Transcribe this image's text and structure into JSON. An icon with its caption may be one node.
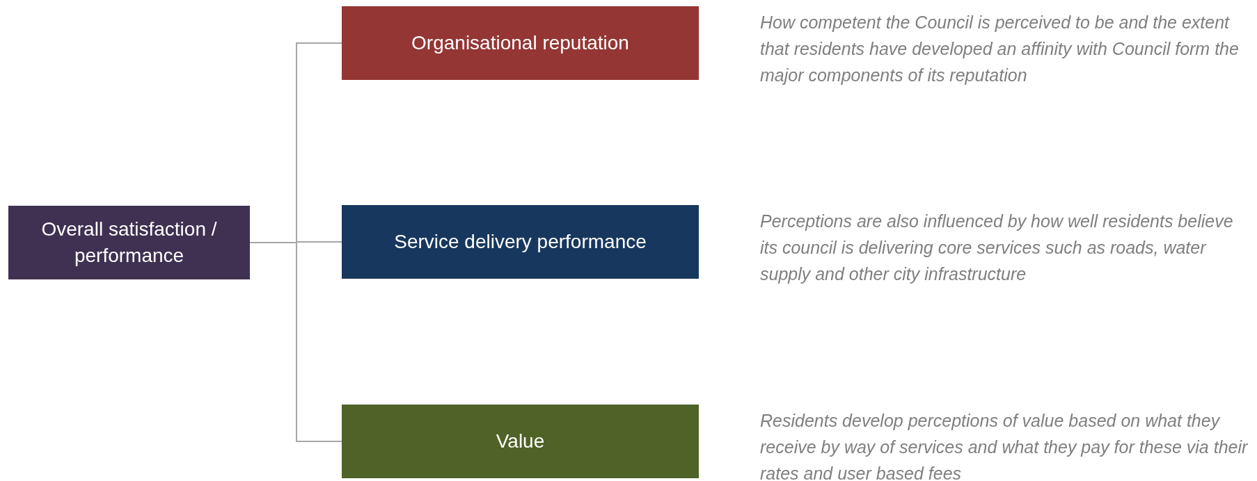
{
  "diagram": {
    "nodes": [
      {
        "text": [
          "Overall satisfaction / performance"
        ]
      },
      {
        "text": [
          "Organisational reputation"
        ],
        "beside": [
          "How competent the Council is perceived to be and the extent that residents have developed an affinity with Council form the major components of its reputation"
        ]
      },
      {
        "text": [
          "Service delivery performance"
        ],
        "beside": [
          "Perceptions are also influenced by how well residents believe its council is delivering core services such as roads, water supply and other city infrastructure"
        ]
      },
      {
        "text": [
          "Value"
        ],
        "beside": [
          "Residents develop perceptions of value based on what they receive by way of services and what they pay for these via their rates and user based fees"
        ]
      }
    ],
    "edges": [
      {
        "from": 0,
        "to": 1,
        "arrow": "none"
      },
      {
        "from": 0,
        "to": 2,
        "arrow": "none"
      },
      {
        "from": 0,
        "to": 3,
        "arrow": "none"
      }
    ]
  }
}
